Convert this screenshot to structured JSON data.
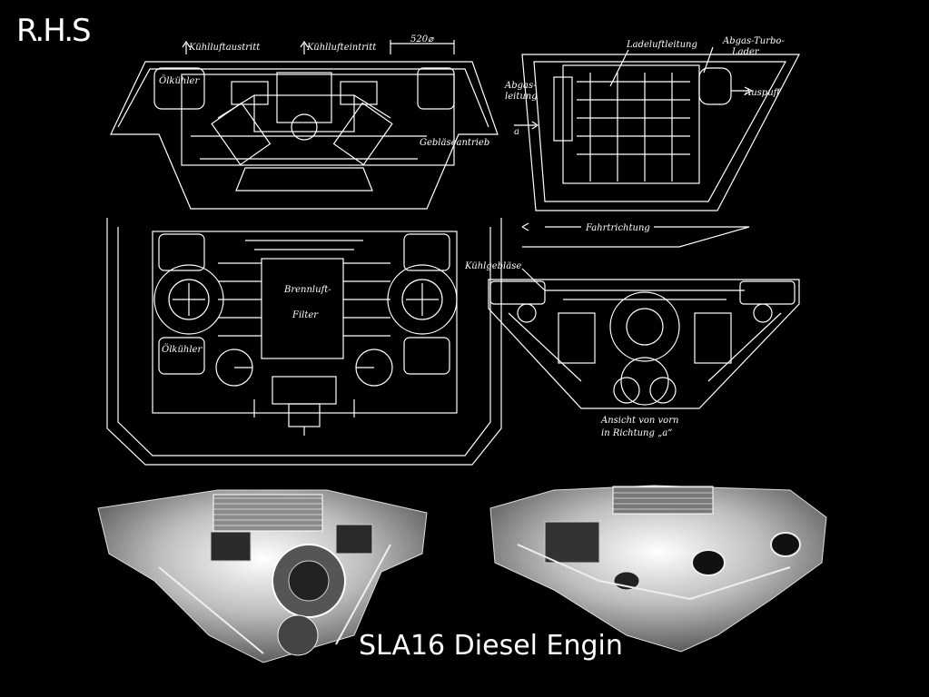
{
  "slide": {
    "brand": "R.H.S",
    "caption": "SLA16 Diesel Engin"
  },
  "diagram": {
    "labels": {
      "kuehlluftaustritt": "Kühlluftaustritt",
      "kuehllufteintritt": "Kühllufteintritt",
      "dimension": "520⌀",
      "oelkuehler_top": "Ölkühler",
      "geblaeseantrieb": "Gebläseantrieb",
      "ladeluftleitung": "Ladeluftleitung",
      "abgas_turbo": "Abgas-Turbo-",
      "lader": "Lader",
      "abgas": "Abgas-",
      "leitung": "leitung",
      "auspuff": "Auspuff",
      "a": "a",
      "fahrtrichtung": "Fahrtrichtung",
      "kuehlgeblaese": "Kühlgebläse",
      "brennluft": "Brennluft-",
      "filter": "Filter",
      "oelkuehler_bottom": "Ölkühler",
      "ansicht1": "Ansicht von vorn",
      "ansicht2": "in Richtung „a“"
    }
  }
}
